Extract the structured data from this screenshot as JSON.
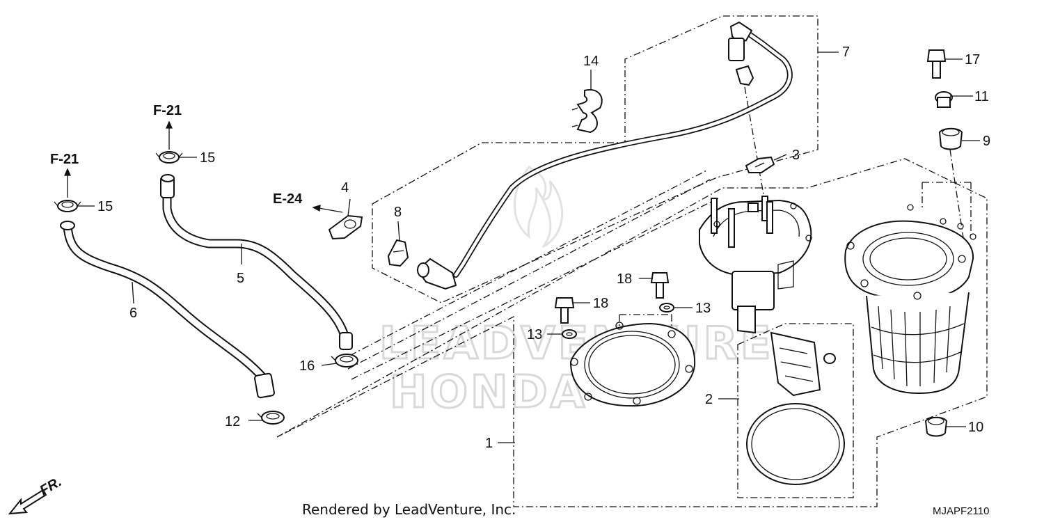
{
  "diagram": {
    "parts": [
      {
        "id": "p1",
        "label": "1"
      },
      {
        "id": "p2",
        "label": "2"
      },
      {
        "id": "p3",
        "label": "3"
      },
      {
        "id": "p4",
        "label": "4"
      },
      {
        "id": "p5",
        "label": "5"
      },
      {
        "id": "p6",
        "label": "6"
      },
      {
        "id": "p7",
        "label": "7"
      },
      {
        "id": "p8",
        "label": "8"
      },
      {
        "id": "p9",
        "label": "9"
      },
      {
        "id": "p10",
        "label": "10"
      },
      {
        "id": "p11",
        "label": "11"
      },
      {
        "id": "p12",
        "label": "12"
      },
      {
        "id": "p13a",
        "label": "13"
      },
      {
        "id": "p13b",
        "label": "13"
      },
      {
        "id": "p14",
        "label": "14"
      },
      {
        "id": "p15a",
        "label": "15"
      },
      {
        "id": "p15b",
        "label": "15"
      },
      {
        "id": "p16",
        "label": "16"
      },
      {
        "id": "p17",
        "label": "17"
      },
      {
        "id": "p18a",
        "label": "18"
      },
      {
        "id": "p18b",
        "label": "18"
      }
    ],
    "references": {
      "f21_left": "F-21",
      "f21_right": "F-21",
      "e24": "E-24"
    },
    "direction_label": "FR.",
    "footer": "Rendered by LeadVenture, Inc.",
    "diagram_code": "MJAPF2110",
    "watermark_top": "LEADVENTURE",
    "watermark_bottom": "HONDA"
  }
}
